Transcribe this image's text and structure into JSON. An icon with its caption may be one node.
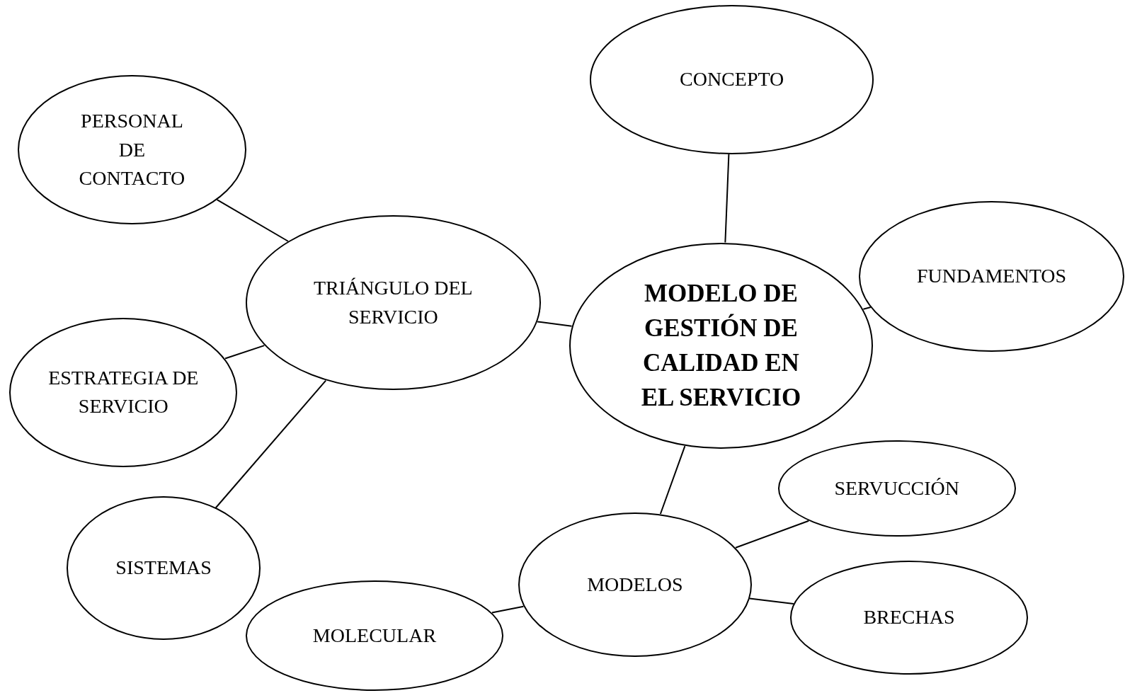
{
  "diagram": {
    "nodes": [
      {
        "text": [
          "CONCEPTO"
        ]
      },
      {
        "text": [
          "PERSONAL DE CONTACTO"
        ]
      },
      {
        "text": [
          "TRIÁNGULO DEL SERVICIO"
        ]
      },
      {
        "text": [
          "FUNDAMENTOS"
        ]
      },
      {
        "text": [
          "MODELO DE GESTIÓN DE CALIDAD EN EL SERVICIO"
        ]
      },
      {
        "text": [
          "ESTRATEGIA DE SERVICIO"
        ]
      },
      {
        "text": [
          "SERVUCCIÓN"
        ]
      },
      {
        "text": [
          "SISTEMAS"
        ]
      },
      {
        "text": [
          "MODELOS"
        ]
      },
      {
        "text": [
          "BRECHAS"
        ]
      },
      {
        "text": [
          "MOLECULAR"
        ]
      }
    ],
    "edges": [
      {
        "from": 4,
        "to": 0,
        "arrow": "none"
      },
      {
        "from": 4,
        "to": 3,
        "arrow": "none"
      },
      {
        "from": 4,
        "to": 2,
        "arrow": "none"
      },
      {
        "from": 4,
        "to": 8,
        "arrow": "none"
      },
      {
        "from": 2,
        "to": 1,
        "arrow": "none"
      },
      {
        "from": 2,
        "to": 5,
        "arrow": "none"
      },
      {
        "from": 2,
        "to": 7,
        "arrow": "none"
      },
      {
        "from": 8,
        "to": 6,
        "arrow": "none"
      },
      {
        "from": 8,
        "to": 9,
        "arrow": "none"
      },
      {
        "from": 8,
        "to": 10,
        "arrow": "none"
      }
    ]
  }
}
